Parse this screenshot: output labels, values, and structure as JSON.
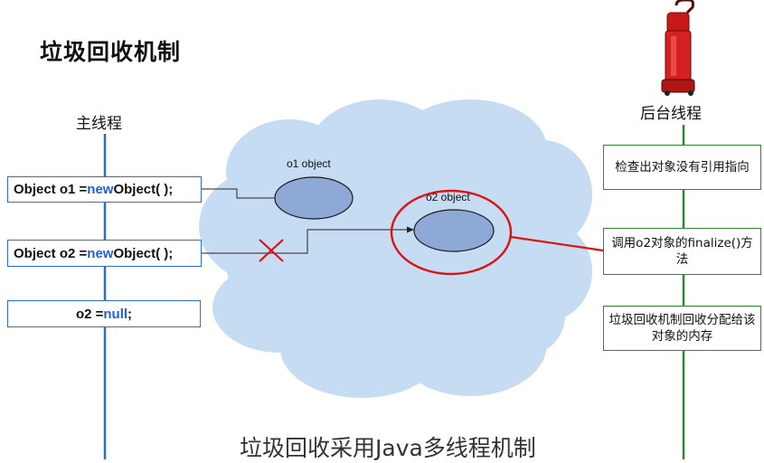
{
  "title": "垃圾回收机制",
  "main_thread": {
    "label": "主线程",
    "statements": [
      {
        "prefix": "Object o1 = ",
        "keyword": "new",
        "suffix": " Object( );"
      },
      {
        "prefix": "Object o2 = ",
        "keyword": "new",
        "suffix": " Object( );"
      },
      {
        "prefix": "o2 = ",
        "keyword": "null",
        "suffix": ";"
      }
    ]
  },
  "background_thread": {
    "label": "后台线程",
    "steps": [
      "检查出对象没有引用指向",
      "调用o2对象的finalize()方法",
      "垃圾回收机制回收分配给该对象的内存"
    ]
  },
  "heap": {
    "objects": [
      "o1 object",
      "o2 object"
    ]
  },
  "caption": "垃圾回收采用Java多线程机制",
  "icons": {
    "vacuum": "vacuum-cleaner-icon",
    "cross": "cross-icon"
  },
  "colors": {
    "main_thread_line": "#2f6fc9",
    "background_thread_line": "#2f8a2f",
    "keyword": "#1f5fd6",
    "cloud_fill": "#c6dcf2",
    "object_fill": "#8fa9d6",
    "highlight": "#e01010"
  }
}
